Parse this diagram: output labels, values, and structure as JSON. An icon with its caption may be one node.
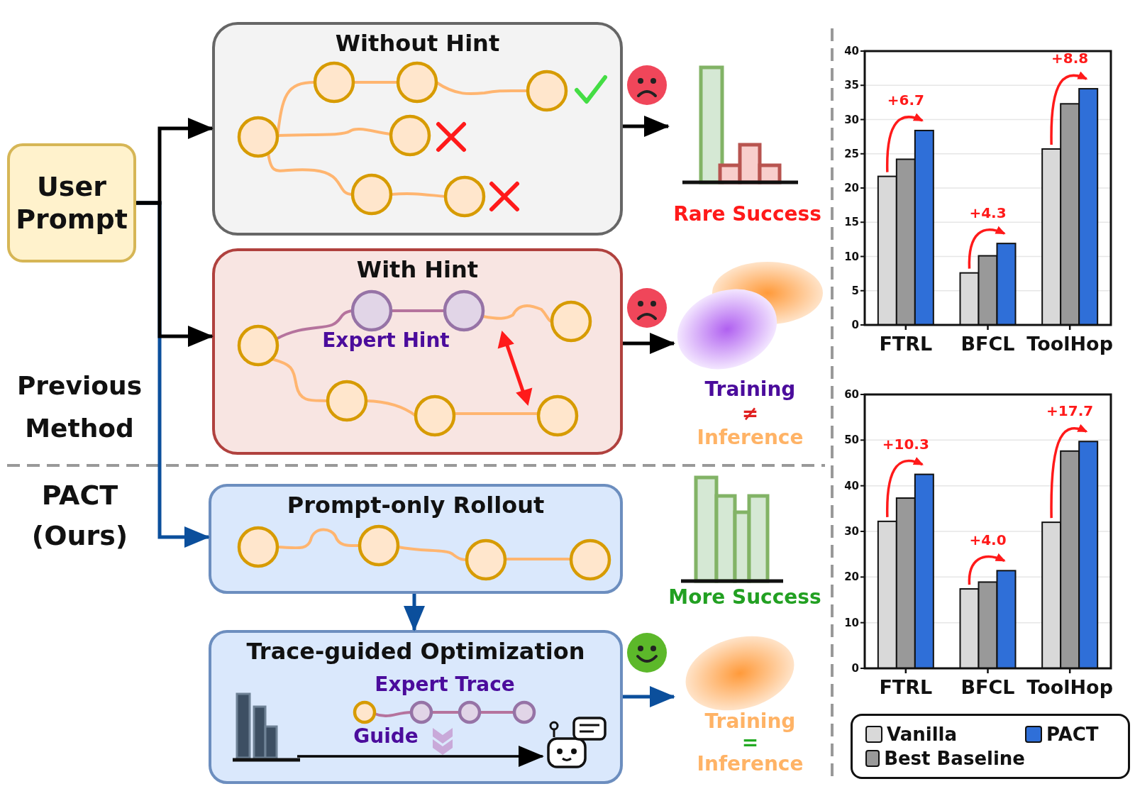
{
  "diagram": {
    "nodes": [
      {
        "text": [
          "User Prompt"
        ]
      },
      {
        "text": [
          "Without Hint"
        ]
      },
      {
        "text": [
          "Rare Success"
        ]
      },
      {
        "text": [
          "With Hint"
        ]
      },
      {
        "text": [
          "Training",
          "≠",
          "Inference"
        ]
      },
      {
        "text": [
          "Prompt-only Rollout"
        ]
      },
      {
        "text": [
          "More Success"
        ]
      },
      {
        "text": [
          "Trace-guided Optimization"
        ]
      },
      {
        "text": [],
        "shape": "picture",
        "in": 7
      },
      {
        "text": [],
        "shape": "picture",
        "in": 7
      },
      {
        "text": [
          "Training",
          "=",
          "Inference"
        ]
      }
    ],
    "edges": [
      {
        "from": 0,
        "to": 1,
        "arrow": "to"
      },
      {
        "from": 0,
        "to": 3,
        "arrow": "to"
      },
      {
        "from": 0,
        "to": 5,
        "arrow": "to",
        "color": "#0b4f9c"
      },
      {
        "from": 1,
        "to": 2,
        "arrow": "to"
      },
      {
        "from": 3,
        "to": 4,
        "arrow": "to"
      },
      {
        "from": 5,
        "to": 7,
        "arrow": "to",
        "color": "#0b4f9c"
      },
      {
        "from": 7,
        "to": 10,
        "arrow": "to",
        "color": "#0b4f9c"
      },
      {
        "from": 8,
        "to": 9,
        "arrow": "to"
      }
    ],
    "labels": [
      "Previous Method",
      "PACT (Ours)",
      "Expert Hint",
      "Expert Trace",
      "Guide"
    ],
    "legend": [
      {
        "text": "Vanilla",
        "color": "#d9d9d9"
      },
      {
        "text": "PACT",
        "color": "#2f6fd8"
      },
      {
        "text": "Best Baseline",
        "color": "#999999"
      }
    ],
    "chart_data": [
      {
        "type": "bar",
        "categories": [
          "FTRL",
          "BFCL",
          "ToolHop"
        ],
        "series": [
          {
            "color": "#d9d9d9",
            "values": [
              21.7,
              7.6,
              25.7
            ]
          },
          {
            "color": "#999999",
            "values": [
              24.2,
              10.1,
              32.3
            ]
          },
          {
            "color": "#2f6fd8",
            "values": [
              28.4,
              11.9,
              34.5
            ]
          }
        ],
        "ylim": [
          0,
          40
        ],
        "yticks": [
          0,
          5,
          10,
          15,
          20,
          25,
          30,
          35,
          40
        ],
        "grid": true,
        "annotations": [
          {
            "text": "+6.7"
          },
          {
            "text": "+4.3"
          },
          {
            "text": "+8.8"
          }
        ]
      },
      {
        "type": "bar",
        "categories": [
          "FTRL",
          "BFCL",
          "ToolHop"
        ],
        "series": [
          {
            "color": "#d9d9d9",
            "values": [
              32.2,
              17.4,
              32.0
            ]
          },
          {
            "color": "#999999",
            "values": [
              37.3,
              18.9,
              47.6
            ]
          },
          {
            "color": "#2f6fd8",
            "values": [
              42.5,
              21.4,
              49.7
            ]
          }
        ],
        "ylim": [
          0,
          60
        ],
        "yticks": [
          0,
          10,
          20,
          30,
          40,
          50,
          60
        ],
        "grid": true,
        "annotations": [
          {
            "text": "+10.3"
          },
          {
            "text": "+4.0"
          },
          {
            "text": "+17.7"
          }
        ]
      }
    ]
  }
}
